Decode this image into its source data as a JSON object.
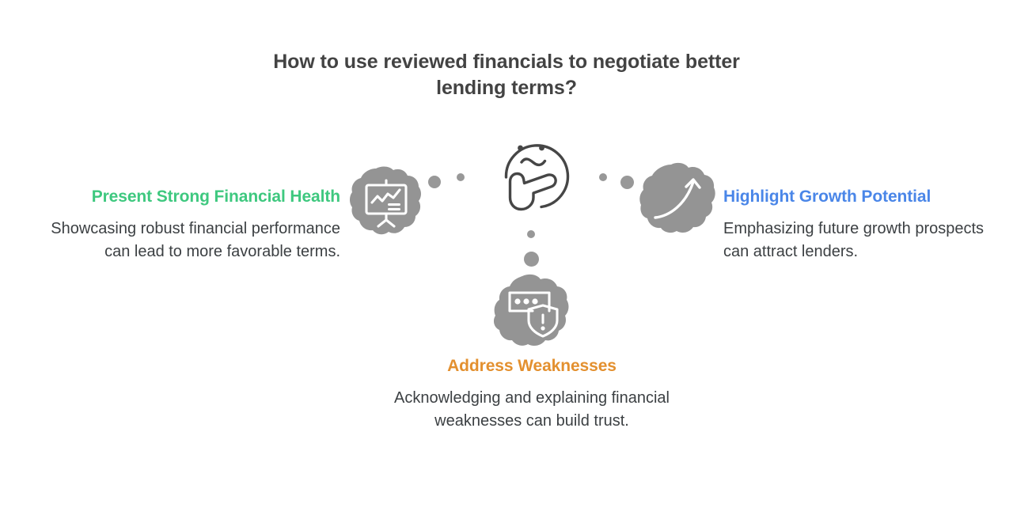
{
  "title": "How to use reviewed financials to negotiate better lending terms?",
  "colors": {
    "title_text": "#434343",
    "body_text": "#3c4043",
    "blob_gray": "#949494",
    "dot_gray": "#989898",
    "face_outline": "#464646",
    "green": "#3ec87f",
    "blue": "#4a86e8",
    "orange": "#e3902f",
    "background": "#ffffff"
  },
  "center": {
    "icon": "thinking-face-icon"
  },
  "branches": [
    {
      "id": "present-strong-financial-health",
      "heading": "Present Strong Financial Health",
      "body": "Showcasing robust financial performance can lead to more favorable terms.",
      "icon": "presentation-chart-icon",
      "accent": "#3ec87f",
      "position": "left"
    },
    {
      "id": "highlight-growth-potential",
      "heading": "Highlight Growth Potential",
      "body": "Emphasizing future growth prospects can attract lenders.",
      "icon": "growth-arrow-icon",
      "accent": "#4a86e8",
      "position": "right"
    },
    {
      "id": "address-weaknesses",
      "heading": "Address Weaknesses",
      "body": "Acknowledging and explaining financial weaknesses can build trust.",
      "icon": "shield-alert-window-icon",
      "accent": "#e3902f",
      "position": "bottom"
    }
  ]
}
